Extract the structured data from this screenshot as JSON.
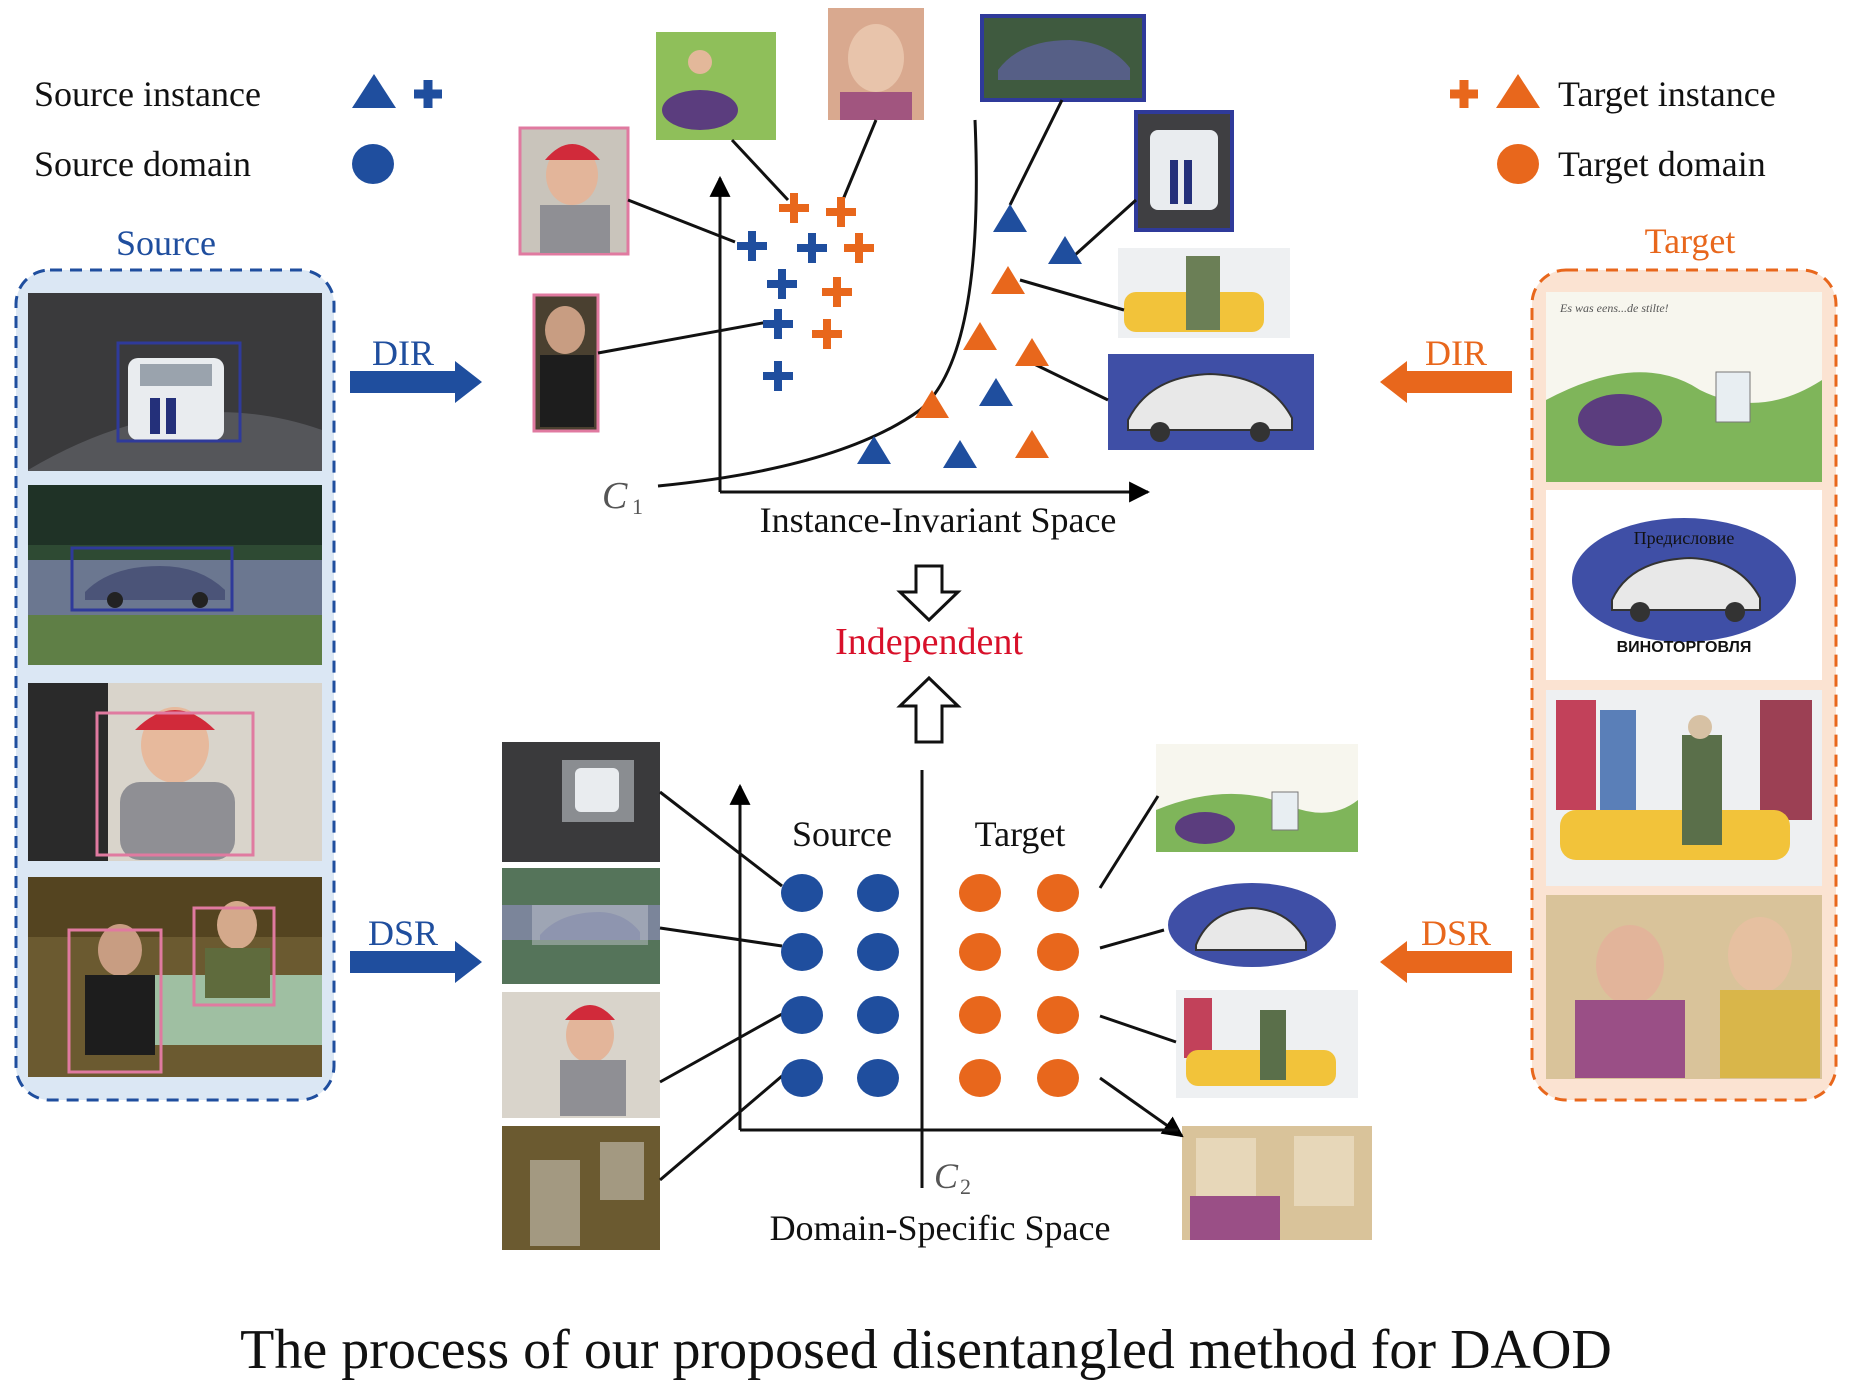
{
  "legend": {
    "source_instance": "Source instance",
    "source_domain": "Source domain",
    "target_instance": "Target instance",
    "target_domain": "Target domain"
  },
  "panels": {
    "source_title": "Source",
    "target_title": "Target"
  },
  "arrows": {
    "dir_left": "DIR",
    "dsr_left": "DSR",
    "dir_right": "DIR",
    "dsr_right": "DSR"
  },
  "top_space": {
    "curve_label": "C",
    "curve_subscript": "1",
    "axis_title": "Instance-Invariant Space"
  },
  "middle": {
    "label": "Independent"
  },
  "bottom_space": {
    "source_label": "Source",
    "target_label": "Target",
    "divider_label": "C",
    "divider_subscript": "2",
    "axis_title": "Domain-Specific Space"
  },
  "caption": "The process of our proposed disentangled method for DAOD",
  "colors": {
    "source_blue": "#1f4e9e",
    "target_orange": "#e8671c",
    "independent_red": "#d8102a",
    "source_panel_bg": "#dbe7f4",
    "target_panel_bg": "#fbe3d2",
    "source_box_border": "#2f3a9a",
    "person_box_border": "#e07aa0"
  },
  "images": {
    "source": [
      "car-rear-night-photo",
      "car-side-road-photo",
      "man-red-cap-photo",
      "group-at-table-photo"
    ],
    "target": [
      "watercolor-woman-field",
      "watercolor-car-poster",
      "watercolor-city-taxi",
      "watercolor-couple-reading"
    ],
    "poster_title_text": "Предисловие",
    "poster_footer_text": "ВИНОТОРГОВЛЯ",
    "handwriting_text": "Es was eens...de stilte!"
  }
}
